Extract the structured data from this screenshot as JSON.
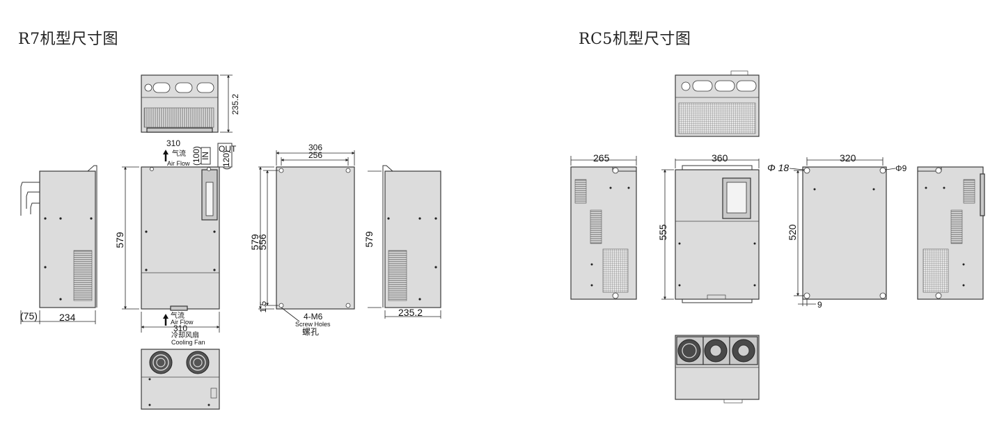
{
  "titles": {
    "r7": "R7机型尺寸图",
    "rc5": "RC5机型尺寸图"
  },
  "r7": {
    "top_view": {
      "depth": "235.2",
      "width_label": "310"
    },
    "airflow_top": {
      "cn": "气流",
      "en": "Air Flow"
    },
    "clearance_in": {
      "value": "(100)",
      "label": "IN"
    },
    "clearance_out": {
      "value": "(120)",
      "label": "OUT"
    },
    "front_view": {
      "height": "579"
    },
    "left_side": {
      "offset": "(75)",
      "depth": "234"
    },
    "airflow_bottom": {
      "cn": "气流",
      "en": "Air Flow",
      "width": "310"
    },
    "fan": {
      "cn": "冷却风扇",
      "en": "Cooling Fan"
    },
    "back_view": {
      "outer_width": "306",
      "hole_pitch": "256",
      "height": "579",
      "hole_height": "556",
      "bottom_offset": "1.5",
      "screw": "4-M6",
      "screw_en": "Screw Holes",
      "screw_cn": "螺孔"
    },
    "right_side": {
      "height": "579",
      "depth": "235.2"
    }
  },
  "rc5": {
    "left_side": {
      "depth": "265"
    },
    "front_view": {
      "width": "360",
      "height": "555"
    },
    "back_view": {
      "hole_pitch": "320",
      "hole_height": "520",
      "big_hole": "Φ 18",
      "small_hole": "Φ9",
      "offset": "9"
    }
  }
}
